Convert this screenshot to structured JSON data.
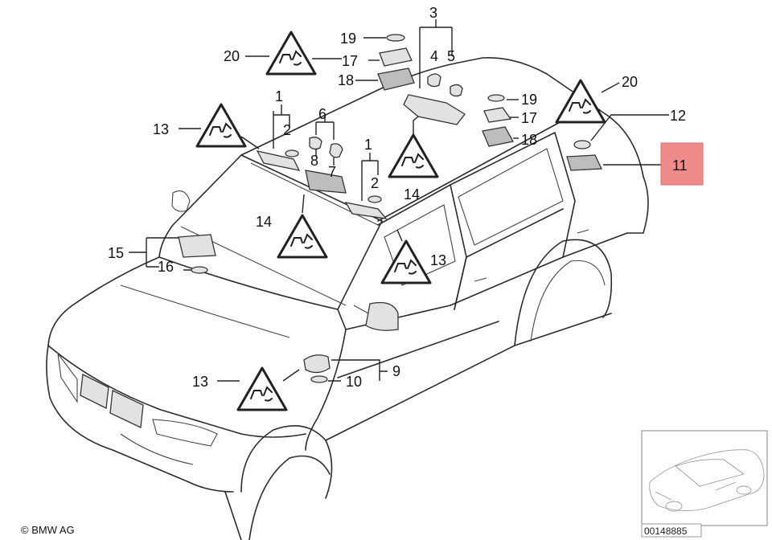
{
  "callouts": {
    "c1a": "1",
    "c1b": "1",
    "c2a": "2",
    "c2b": "2",
    "c3": "3",
    "c4": "4",
    "c5": "5",
    "c6": "6",
    "c7": "7",
    "c8": "8",
    "c9": "9",
    "c10": "10",
    "c11": "11",
    "c12": "12",
    "c13a": "13",
    "c13b": "13",
    "c13c": "13",
    "c14a": "14",
    "c14b": "14",
    "c15": "15",
    "c16": "16",
    "c17a": "17",
    "c17b": "17",
    "c18a": "18",
    "c18b": "18",
    "c19a": "19",
    "c19b": "19",
    "c20a": "20",
    "c20b": "20"
  },
  "highlight_color": "#ef8b8b",
  "reference_number": "00148885",
  "copyright": "© BMW AG",
  "icons": [
    "car-warning-triangle-icon",
    "lamp-part-icon",
    "bulb-icon"
  ]
}
